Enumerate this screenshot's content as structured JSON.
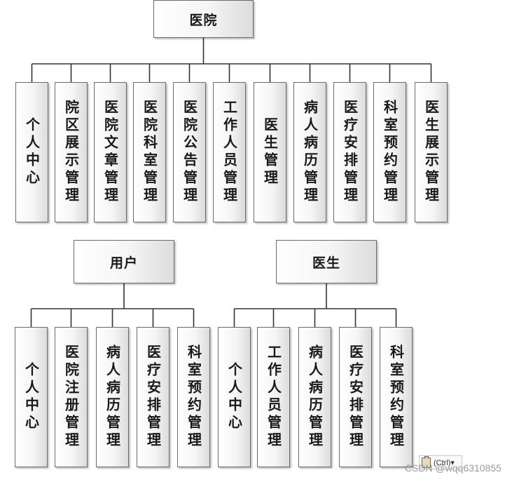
{
  "trees": [
    {
      "root": "医院",
      "children": [
        "个人中心",
        "院区展示管理",
        "医院文章管理",
        "医院科室管理",
        "医院公告管理",
        "工作人员管理",
        "医生管理",
        "病人病历管理",
        "医疗安排管理",
        "科室预约管理",
        "医生展示管理"
      ]
    },
    {
      "root": "用户",
      "children": [
        "个人中心",
        "医院注册管理",
        "病人病历管理",
        "医疗安排管理",
        "科室预约管理"
      ]
    },
    {
      "root": "医生",
      "children": [
        "个人中心",
        "工作人员管理",
        "病人病历管理",
        "医疗安排管理",
        "科室预约管理"
      ]
    }
  ],
  "paste_button": {
    "icon": "clipboard-icon",
    "label": "(Ctrl)▾"
  },
  "watermark": "CSDN @wqq6310855"
}
